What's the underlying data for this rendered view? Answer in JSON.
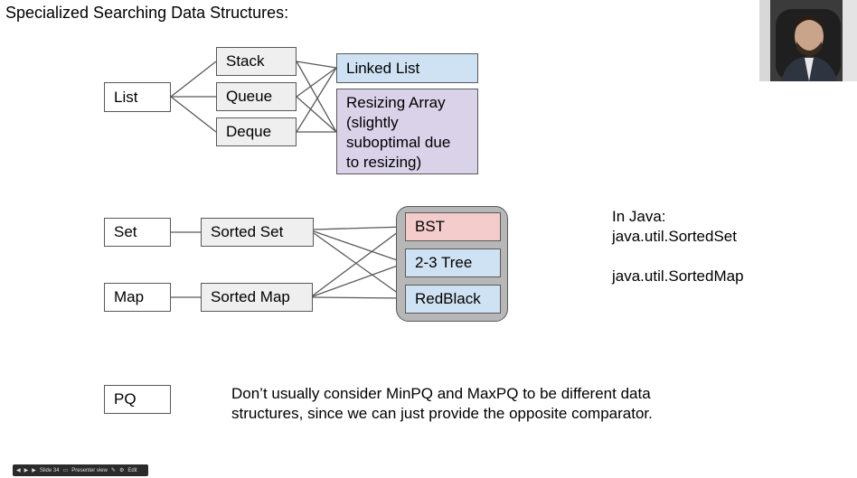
{
  "title": "Specialized Searching Data Structures:",
  "boxes": {
    "list": "List",
    "stack": "Stack",
    "queue": "Queue",
    "deque": "Deque",
    "linked_list": "Linked List",
    "resizing_array": "Resizing Array\n(slightly\nsuboptimal due\nto resizing)",
    "set": "Set",
    "sorted_set": "Sorted Set",
    "map": "Map",
    "sorted_map": "Sorted Map",
    "bst": "BST",
    "tree23": "2-3 Tree",
    "redblack": "RedBlack",
    "pq": "PQ"
  },
  "java_note": {
    "heading": "In Java:",
    "sorted_set": "java.util.SortedSet",
    "sorted_map": "java.util.SortedMap"
  },
  "pq_note": "Don’t usually consider MinPQ and MaxPQ to be different data structures, since we can just provide the opposite comparator.",
  "toolbar": {
    "slide": "Slide 34",
    "presenter": "Presenter view",
    "edit": "Edit"
  },
  "colors": {
    "gray_box": "#efefef",
    "blue_box": "#cfe2f3",
    "purple_box": "#d9d2e9",
    "red_box": "#f4cccc",
    "container": "#b7b7b7"
  }
}
